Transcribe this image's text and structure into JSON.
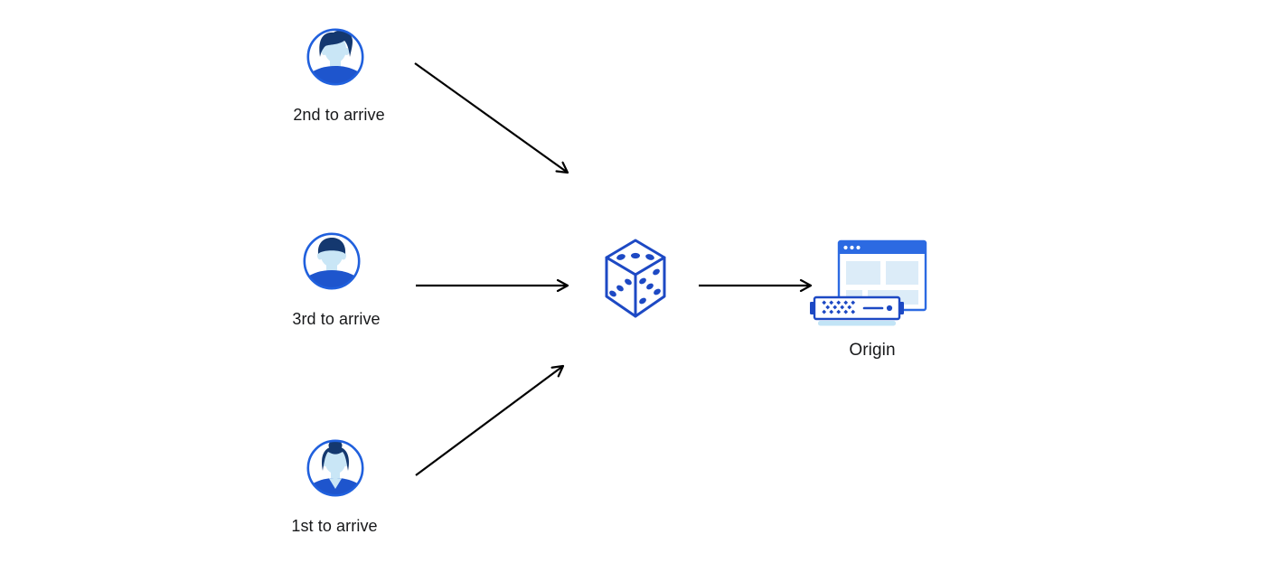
{
  "diagram_description": "Three visitors arriving in different order are routed at random (dice) to an Origin server",
  "users": [
    {
      "label": "2nd to arrive",
      "icon": "male-user-pompadour-avatar"
    },
    {
      "label": "3rd to arrive",
      "icon": "male-user-shorthair-avatar"
    },
    {
      "label": "1st to arrive",
      "icon": "female-user-bun-avatar"
    }
  ],
  "dice": {
    "icon": "dice-icon"
  },
  "origin": {
    "label": "Origin",
    "icon": "origin-browser-server-icon"
  },
  "arrows": [
    {
      "from": "2nd to arrive",
      "to": "dice"
    },
    {
      "from": "3rd to arrive",
      "to": "dice"
    },
    {
      "from": "1st to arrive",
      "to": "dice"
    },
    {
      "from": "dice",
      "to": "Origin"
    }
  ],
  "colors": {
    "background": "#ffffff",
    "avatar_ring_blue": "#2060dd",
    "shirt_blue": "#1e55cd",
    "hair_navy": "#14386f",
    "skin_light_blue": "#c9e6f6",
    "icon_outline_blue": "#1d49c4",
    "titlebar_blue": "#2c6ae2",
    "window_block_blue": "#dcecf8",
    "server_base_blue": "#c2e4f6",
    "arrow_black": "#000000",
    "label_text": "#17181a"
  }
}
